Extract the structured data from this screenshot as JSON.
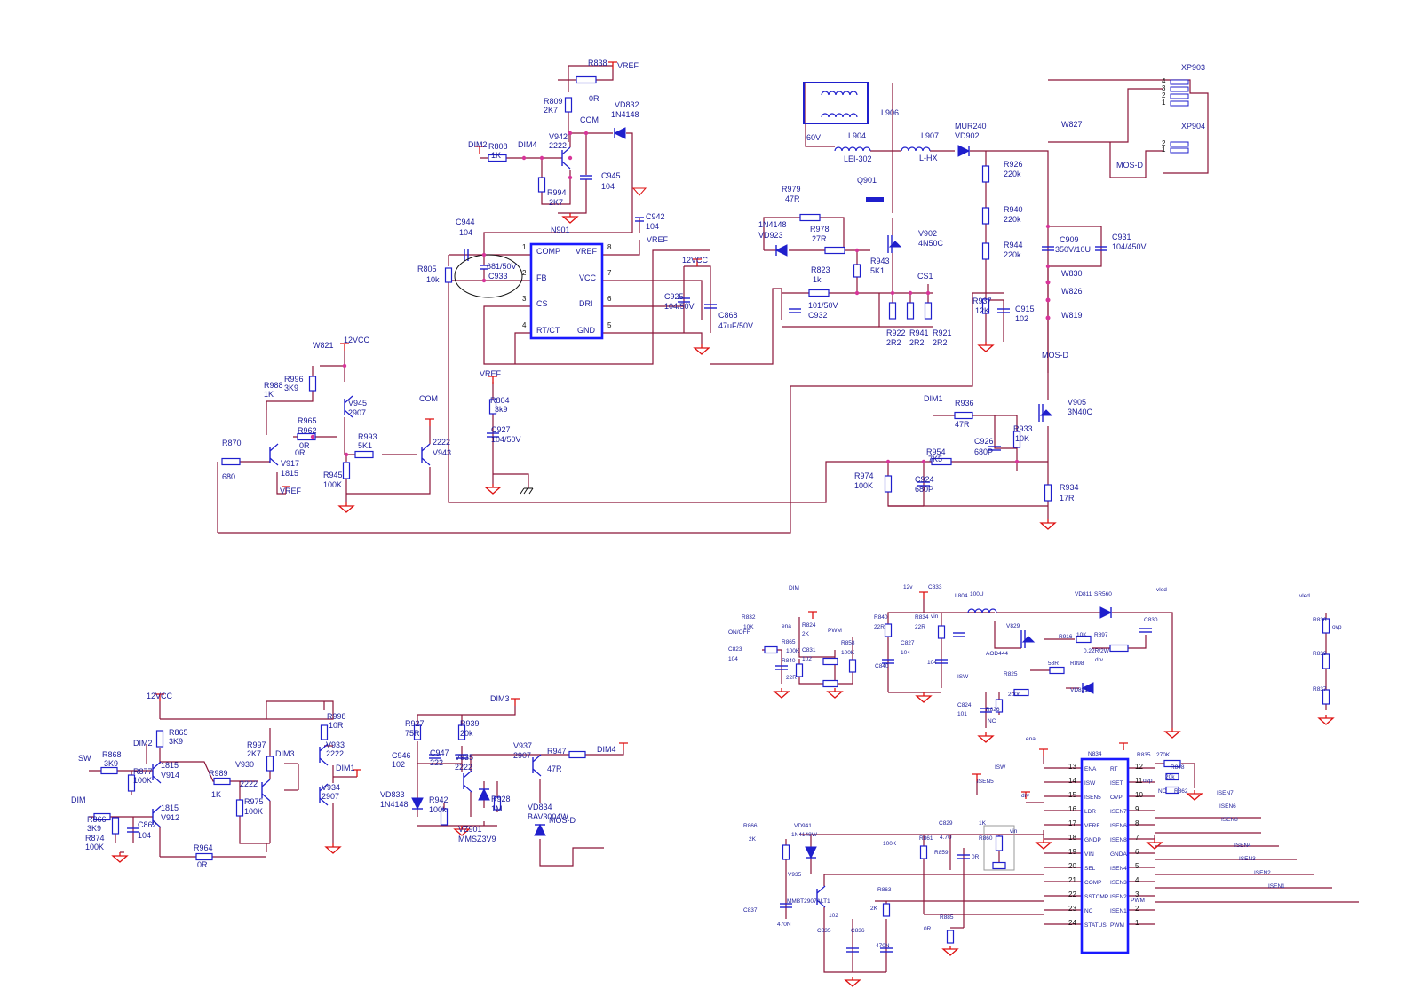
{
  "power_section": {
    "ic": {
      "ref": "N901",
      "pins": [
        "COMP",
        "FB",
        "CS",
        "RT/CT",
        "VREF",
        "VCC",
        "DRI",
        "GND"
      ],
      "pin_numbers": [
        "1",
        "2",
        "3",
        "4",
        "8",
        "7",
        "6",
        "5"
      ]
    },
    "labels": [
      {
        "id": "r838",
        "text": "R838"
      },
      {
        "id": "vref1",
        "text": "VREF"
      },
      {
        "id": "r809",
        "text": "R809"
      },
      {
        "id": "2k7a",
        "text": "2K7"
      },
      {
        "id": "0r1",
        "text": "0R"
      },
      {
        "id": "vd832",
        "text": "VD832"
      },
      {
        "id": "1n4148a",
        "text": "1N4148"
      },
      {
        "id": "com1",
        "text": "COM"
      },
      {
        "id": "dim2a",
        "text": "DIM2"
      },
      {
        "id": "r808",
        "text": "R808"
      },
      {
        "id": "1k1",
        "text": "1K"
      },
      {
        "id": "dim4a",
        "text": "DIM4"
      },
      {
        "id": "v942",
        "text": "V942"
      },
      {
        "id": "2222a",
        "text": "2222"
      },
      {
        "id": "c945",
        "text": "C945"
      },
      {
        "id": "104a",
        "text": "104"
      },
      {
        "id": "r994",
        "text": "R994"
      },
      {
        "id": "2k7b",
        "text": "2K7"
      },
      {
        "id": "c944",
        "text": "C944"
      },
      {
        "id": "104b",
        "text": "104"
      },
      {
        "id": "c942",
        "text": "C942"
      },
      {
        "id": "104c",
        "text": "104"
      },
      {
        "id": "vref2",
        "text": "VREF"
      },
      {
        "id": "r805",
        "text": "R805"
      },
      {
        "id": "10k1",
        "text": "10k"
      },
      {
        "id": "c933v",
        "text": "681/50V"
      },
      {
        "id": "c933",
        "text": "C933"
      },
      {
        "id": "12vcc1",
        "text": "12VCC"
      },
      {
        "id": "c925",
        "text": "C925"
      },
      {
        "id": "c925v",
        "text": "104/50V"
      },
      {
        "id": "c868",
        "text": "C868"
      },
      {
        "id": "c868v",
        "text": "47uF/50V"
      },
      {
        "id": "vref3",
        "text": "VREF"
      },
      {
        "id": "r804",
        "text": "R804"
      },
      {
        "id": "3k9a",
        "text": "3k9"
      },
      {
        "id": "c927",
        "text": "C927"
      },
      {
        "id": "c927v",
        "text": "104/50V"
      },
      {
        "id": "l906",
        "text": "L906"
      },
      {
        "id": "60v",
        "text": "60V"
      },
      {
        "id": "l904",
        "text": "L904"
      },
      {
        "id": "lei302",
        "text": "LEI-302"
      },
      {
        "id": "l907",
        "text": "L907"
      },
      {
        "id": "lhx",
        "text": "L-HX"
      },
      {
        "id": "mur240",
        "text": "MUR240"
      },
      {
        "id": "vd902",
        "text": "VD902"
      },
      {
        "id": "q901",
        "text": "Q901"
      },
      {
        "id": "r979",
        "text": "R979"
      },
      {
        "id": "47r1",
        "text": "47R"
      },
      {
        "id": "1n4148b",
        "text": "1N4148"
      },
      {
        "id": "vd923",
        "text": "VD923"
      },
      {
        "id": "r978",
        "text": "R978"
      },
      {
        "id": "27r",
        "text": "27R"
      },
      {
        "id": "v902",
        "text": "V902"
      },
      {
        "id": "4n50c",
        "text": "4N50C"
      },
      {
        "id": "r943",
        "text": "R943"
      },
      {
        "id": "5k1a",
        "text": "5K1"
      },
      {
        "id": "r823",
        "text": "R823"
      },
      {
        "id": "1k2",
        "text": "1k"
      },
      {
        "id": "cs1",
        "text": "CS1"
      },
      {
        "id": "c932v",
        "text": "101/50V"
      },
      {
        "id": "c932",
        "text": "C932"
      },
      {
        "id": "r922",
        "text": "R922"
      },
      {
        "id": "2r2a",
        "text": "2R2"
      },
      {
        "id": "r941",
        "text": "R941"
      },
      {
        "id": "2r2b",
        "text": "2R2"
      },
      {
        "id": "r921",
        "text": "R921"
      },
      {
        "id": "2r2c",
        "text": "2R2"
      },
      {
        "id": "r926",
        "text": "R926"
      },
      {
        "id": "220k1",
        "text": "220k"
      },
      {
        "id": "r940",
        "text": "R940"
      },
      {
        "id": "220k2",
        "text": "220k"
      },
      {
        "id": "r944",
        "text": "R944"
      },
      {
        "id": "220k3",
        "text": "220k"
      },
      {
        "id": "r937",
        "text": "R937"
      },
      {
        "id": "12k",
        "text": "12K"
      },
      {
        "id": "c915",
        "text": "C915"
      },
      {
        "id": "102a",
        "text": "102"
      },
      {
        "id": "w827",
        "text": "W827"
      },
      {
        "id": "xp903",
        "text": "XP903"
      },
      {
        "id": "xp904",
        "text": "XP904"
      },
      {
        "id": "mosd1",
        "text": "MOS-D"
      },
      {
        "id": "c909",
        "text": "C909"
      },
      {
        "id": "c909v",
        "text": "350V/10U"
      },
      {
        "id": "c931",
        "text": "C931"
      },
      {
        "id": "c931v",
        "text": "104/450V"
      },
      {
        "id": "w830",
        "text": "W830"
      },
      {
        "id": "w826",
        "text": "W826"
      },
      {
        "id": "w819",
        "text": "W819"
      },
      {
        "id": "mosd2",
        "text": "MOS-D"
      },
      {
        "id": "dim1a",
        "text": "DIM1"
      },
      {
        "id": "r936",
        "text": "R936"
      },
      {
        "id": "47r2",
        "text": "47R"
      },
      {
        "id": "v905",
        "text": "V905"
      },
      {
        "id": "3n40c",
        "text": "3N40C"
      },
      {
        "id": "c926",
        "text": "C926"
      },
      {
        "id": "680p1",
        "text": "680P"
      },
      {
        "id": "r933",
        "text": "R933"
      },
      {
        "id": "10k2",
        "text": "10K"
      },
      {
        "id": "r954",
        "text": "R954"
      },
      {
        "id": "7k5",
        "text": "7K5"
      },
      {
        "id": "r974",
        "text": "R974"
      },
      {
        "id": "100k1",
        "text": "100K"
      },
      {
        "id": "c924",
        "text": "C924"
      },
      {
        "id": "680p2",
        "text": "680P"
      },
      {
        "id": "r934",
        "text": "R934"
      },
      {
        "id": "17r",
        "text": "17R"
      },
      {
        "id": "w821",
        "text": "W821"
      },
      {
        "id": "12vcc2",
        "text": "12VCC"
      },
      {
        "id": "r988",
        "text": "R988"
      },
      {
        "id": "1k3",
        "text": "1K"
      },
      {
        "id": "r996",
        "text": "R996"
      },
      {
        "id": "3k9b",
        "text": "3K9"
      },
      {
        "id": "v945",
        "text": "V945"
      },
      {
        "id": "2907a",
        "text": "2907"
      },
      {
        "id": "r965",
        "text": "R965"
      },
      {
        "id": "r962",
        "text": "R962"
      },
      {
        "id": "0r2",
        "text": "0R"
      },
      {
        "id": "0r3",
        "text": "0R"
      },
      {
        "id": "r870",
        "text": "R870"
      },
      {
        "id": "680",
        "text": "680"
      },
      {
        "id": "v917",
        "text": "V917"
      },
      {
        "id": "1815a",
        "text": "1815"
      },
      {
        "id": "vref4",
        "text": "VREF"
      },
      {
        "id": "r993",
        "text": "R993"
      },
      {
        "id": "5k1b",
        "text": "5K1"
      },
      {
        "id": "com2",
        "text": "COM"
      },
      {
        "id": "2222b",
        "text": "2222"
      },
      {
        "id": "v943",
        "text": "V943"
      },
      {
        "id": "r945",
        "text": "R945"
      },
      {
        "id": "100k2",
        "text": "100K"
      }
    ],
    "xp_pins": [
      "4",
      "3",
      "2",
      "1",
      "2",
      "1"
    ]
  },
  "dim_section": {
    "labels": [
      {
        "id": "12vcc3",
        "text": "12VCC"
      },
      {
        "id": "r865",
        "text": "R865"
      },
      {
        "id": "3k9c",
        "text": "3K9"
      },
      {
        "id": "dim2b",
        "text": "DIM2"
      },
      {
        "id": "sw",
        "text": "SW"
      },
      {
        "id": "r868",
        "text": "R868"
      },
      {
        "id": "3k9d",
        "text": "3K9"
      },
      {
        "id": "1815b",
        "text": "1815"
      },
      {
        "id": "v914",
        "text": "V914"
      },
      {
        "id": "r877",
        "text": "R877"
      },
      {
        "id": "100k3",
        "text": "100K"
      },
      {
        "id": "dim",
        "text": "DIM"
      },
      {
        "id": "r866",
        "text": "R866"
      },
      {
        "id": "3k9e",
        "text": "3K9"
      },
      {
        "id": "r874",
        "text": "R874"
      },
      {
        "id": "100k4",
        "text": "100K"
      },
      {
        "id": "1815c",
        "text": "1815"
      },
      {
        "id": "v912",
        "text": "V912"
      },
      {
        "id": "c862",
        "text": "C862"
      },
      {
        "id": "104d",
        "text": "104"
      },
      {
        "id": "r989",
        "text": "R989"
      },
      {
        "id": "1k4",
        "text": "1K"
      },
      {
        "id": "r964",
        "text": "R964"
      },
      {
        "id": "0r4",
        "text": "0R"
      },
      {
        "id": "r997",
        "text": "R997"
      },
      {
        "id": "2k7c",
        "text": "2K7"
      },
      {
        "id": "v930",
        "text": "V930"
      },
      {
        "id": "2222c",
        "text": "2222"
      },
      {
        "id": "r975",
        "text": "R975"
      },
      {
        "id": "100k5",
        "text": "100K"
      },
      {
        "id": "dim3a",
        "text": "DIM3"
      },
      {
        "id": "r998",
        "text": "R998"
      },
      {
        "id": "10r",
        "text": "10R"
      },
      {
        "id": "v933",
        "text": "V933"
      },
      {
        "id": "2222d",
        "text": "2222"
      },
      {
        "id": "dim1b",
        "text": "DIM1"
      },
      {
        "id": "v934",
        "text": "V934"
      },
      {
        "id": "2907b",
        "text": "2907"
      },
      {
        "id": "dim3b",
        "text": "DIM3"
      },
      {
        "id": "r927",
        "text": "R927"
      },
      {
        "id": "75r",
        "text": "75R"
      },
      {
        "id": "r939",
        "text": "R939"
      },
      {
        "id": "20k",
        "text": "20k"
      },
      {
        "id": "c946",
        "text": "C946"
      },
      {
        "id": "102b",
        "text": "102"
      },
      {
        "id": "c947",
        "text": "C947"
      },
      {
        "id": "222",
        "text": "222"
      },
      {
        "id": "v935a",
        "text": "V935"
      },
      {
        "id": "2222e",
        "text": "2222"
      },
      {
        "id": "v937",
        "text": "V937"
      },
      {
        "id": "2907c",
        "text": "2907"
      },
      {
        "id": "r947",
        "text": "R947"
      },
      {
        "id": "47r3",
        "text": "47R"
      },
      {
        "id": "dim4b",
        "text": "DIM4"
      },
      {
        "id": "vd833",
        "text": "VD833"
      },
      {
        "id": "1n4148c",
        "text": "1N4148"
      },
      {
        "id": "r942",
        "text": "R942"
      },
      {
        "id": "100k6",
        "text": "100k"
      },
      {
        "id": "r928",
        "text": "R928"
      },
      {
        "id": "1m",
        "text": "1M"
      },
      {
        "id": "vz901",
        "text": "VZ901"
      },
      {
        "id": "mmsz3v9",
        "text": "MMSZ3V9"
      },
      {
        "id": "vd834",
        "text": "VD834"
      },
      {
        "id": "bav3004w",
        "text": "BAV3004W"
      },
      {
        "id": "mosd3",
        "text": "MOS-D"
      }
    ]
  },
  "led_section": {
    "ic": {
      "ref": "N834",
      "left": [
        "ENA",
        "ISW",
        "ISEN5",
        "LDR",
        "VERF",
        "GNDP",
        "VIN",
        "SEL",
        "COMP",
        "SSTCMP",
        "NC",
        "STATUS"
      ],
      "left_pins": [
        "13",
        "14",
        "15",
        "16",
        "17",
        "18",
        "19",
        "20",
        "21",
        "22",
        "23",
        "24"
      ],
      "right": [
        "RT",
        "ISET",
        "OVP",
        "ISEN7",
        "ISEN6",
        "ISEN8",
        "GNDA",
        "ISEN4",
        "ISEN3",
        "ISEN2",
        "ISEN1",
        "PWM"
      ],
      "right_pins": [
        "12",
        "11",
        "10",
        "9",
        "8",
        "7",
        "6",
        "5",
        "4",
        "3",
        "2",
        "1"
      ]
    },
    "labels": [
      {
        "id": "dimc",
        "text": "DIM"
      },
      {
        "id": "r832",
        "text": "R832"
      },
      {
        "id": "10k3",
        "text": "10K"
      },
      {
        "id": "onoff",
        "text": "ON/OFF"
      },
      {
        "id": "c823",
        "text": "C823"
      },
      {
        "id": "104e",
        "text": "104"
      },
      {
        "id": "ena1",
        "text": "ena"
      },
      {
        "id": "r824",
        "text": "R824"
      },
      {
        "id": "2k1",
        "text": "2K"
      },
      {
        "id": "pwm1",
        "text": "PWM"
      },
      {
        "id": "r865b",
        "text": "R865"
      },
      {
        "id": "100k7",
        "text": "100K"
      },
      {
        "id": "r840b",
        "text": "R840"
      },
      {
        "id": "c831",
        "text": "C831"
      },
      {
        "id": "102c",
        "text": "102"
      },
      {
        "id": "r858",
        "text": "R858"
      },
      {
        "id": "100k8",
        "text": "100K"
      },
      {
        "id": "22r1",
        "text": "22R"
      },
      {
        "id": "12v",
        "text": "12v"
      },
      {
        "id": "c833",
        "text": "C833"
      },
      {
        "id": "l804",
        "text": "L804"
      },
      {
        "id": "100u",
        "text": "100U"
      },
      {
        "id": "vd811",
        "text": "VD811"
      },
      {
        "id": "sr560",
        "text": "SR560"
      },
      {
        "id": "vled1",
        "text": "vled"
      },
      {
        "id": "r840",
        "text": "R840"
      },
      {
        "id": "22r2",
        "text": "22R"
      },
      {
        "id": "r834",
        "text": "R834"
      },
      {
        "id": "22r3",
        "text": "22R"
      },
      {
        "id": "vin1",
        "text": "vin"
      },
      {
        "id": "c827",
        "text": "C827"
      },
      {
        "id": "104f",
        "text": "104"
      },
      {
        "id": "104g",
        "text": "104"
      },
      {
        "id": "c840",
        "text": "C840"
      },
      {
        "id": "v829",
        "text": "V829"
      },
      {
        "id": "aod444",
        "text": "AOD444"
      },
      {
        "id": "r916",
        "text": "R916"
      },
      {
        "id": "10k4",
        "text": "10K"
      },
      {
        "id": "r897",
        "text": "R897"
      },
      {
        "id": "r897v",
        "text": "0.22R/2W"
      },
      {
        "id": "c830",
        "text": "C830"
      },
      {
        "id": "drv1",
        "text": "drv"
      },
      {
        "id": "58r",
        "text": "58R"
      },
      {
        "id": "r898",
        "text": "R898"
      },
      {
        "id": "r825",
        "text": "R825"
      },
      {
        "id": "200r",
        "text": "200r"
      },
      {
        "id": "vd821",
        "text": "VD821"
      },
      {
        "id": "isw1",
        "text": "ISW"
      },
      {
        "id": "c824",
        "text": "C824"
      },
      {
        "id": "101",
        "text": "101"
      },
      {
        "id": "r826",
        "text": "R826"
      },
      {
        "id": "nc1",
        "text": "NC"
      },
      {
        "id": "vled2",
        "text": "vled"
      },
      {
        "id": "r836",
        "text": "R836"
      },
      {
        "id": "ovp1",
        "text": "ovp"
      },
      {
        "id": "r839",
        "text": "R839"
      },
      {
        "id": "r837",
        "text": "R837"
      },
      {
        "id": "ena2",
        "text": "ena"
      },
      {
        "id": "isw2",
        "text": "ISW"
      },
      {
        "id": "isen5",
        "text": "ISEN5"
      },
      {
        "id": "drv2",
        "text": "drv"
      },
      {
        "id": "vin2",
        "text": "vin"
      },
      {
        "id": "r835",
        "text": "R835"
      },
      {
        "id": "270k",
        "text": "270K"
      },
      {
        "id": "r848",
        "text": "R848"
      },
      {
        "id": "20k2",
        "text": "20k"
      },
      {
        "id": "ovp2",
        "text": "ovp"
      },
      {
        "id": "nc2",
        "text": "NC"
      },
      {
        "id": "r862",
        "text": "R862"
      },
      {
        "id": "isen7",
        "text": "ISEN7"
      },
      {
        "id": "isen6",
        "text": "ISEN6"
      },
      {
        "id": "isen8",
        "text": "ISEN8"
      },
      {
        "id": "isen4",
        "text": "ISEN4"
      },
      {
        "id": "isen3",
        "text": "ISEN3"
      },
      {
        "id": "isen2",
        "text": "ISEN2"
      },
      {
        "id": "isen1",
        "text": "ISEN1"
      },
      {
        "id": "pwm2",
        "text": "PWM"
      },
      {
        "id": "r866b",
        "text": "R866"
      },
      {
        "id": "2k2",
        "text": "2K"
      },
      {
        "id": "vd941",
        "text": "VD941"
      },
      {
        "id": "1n4148w",
        "text": "1N4148W"
      },
      {
        "id": "v935b",
        "text": "V935"
      },
      {
        "id": "mmbt",
        "text": "MMBT2907ALT1"
      },
      {
        "id": "c837",
        "text": "C837"
      },
      {
        "id": "470n1",
        "text": "470N"
      },
      {
        "id": "102d",
        "text": "102"
      },
      {
        "id": "c835",
        "text": "C835"
      },
      {
        "id": "r863",
        "text": "R863"
      },
      {
        "id": "2k3",
        "text": "2K"
      },
      {
        "id": "c836",
        "text": "C836"
      },
      {
        "id": "470n2",
        "text": "470N"
      },
      {
        "id": "100k9",
        "text": "100K"
      },
      {
        "id": "r861",
        "text": "R861"
      },
      {
        "id": "c829",
        "text": "C829"
      },
      {
        "id": "4_7u",
        "text": "4.7U"
      },
      {
        "id": "1k5",
        "text": "1K"
      },
      {
        "id": "r860",
        "text": "R860"
      },
      {
        "id": "r859",
        "text": "R859"
      },
      {
        "id": "0r5",
        "text": "0R"
      },
      {
        "id": "0r6",
        "text": "0R"
      },
      {
        "id": "r885",
        "text": "R885"
      }
    ]
  }
}
